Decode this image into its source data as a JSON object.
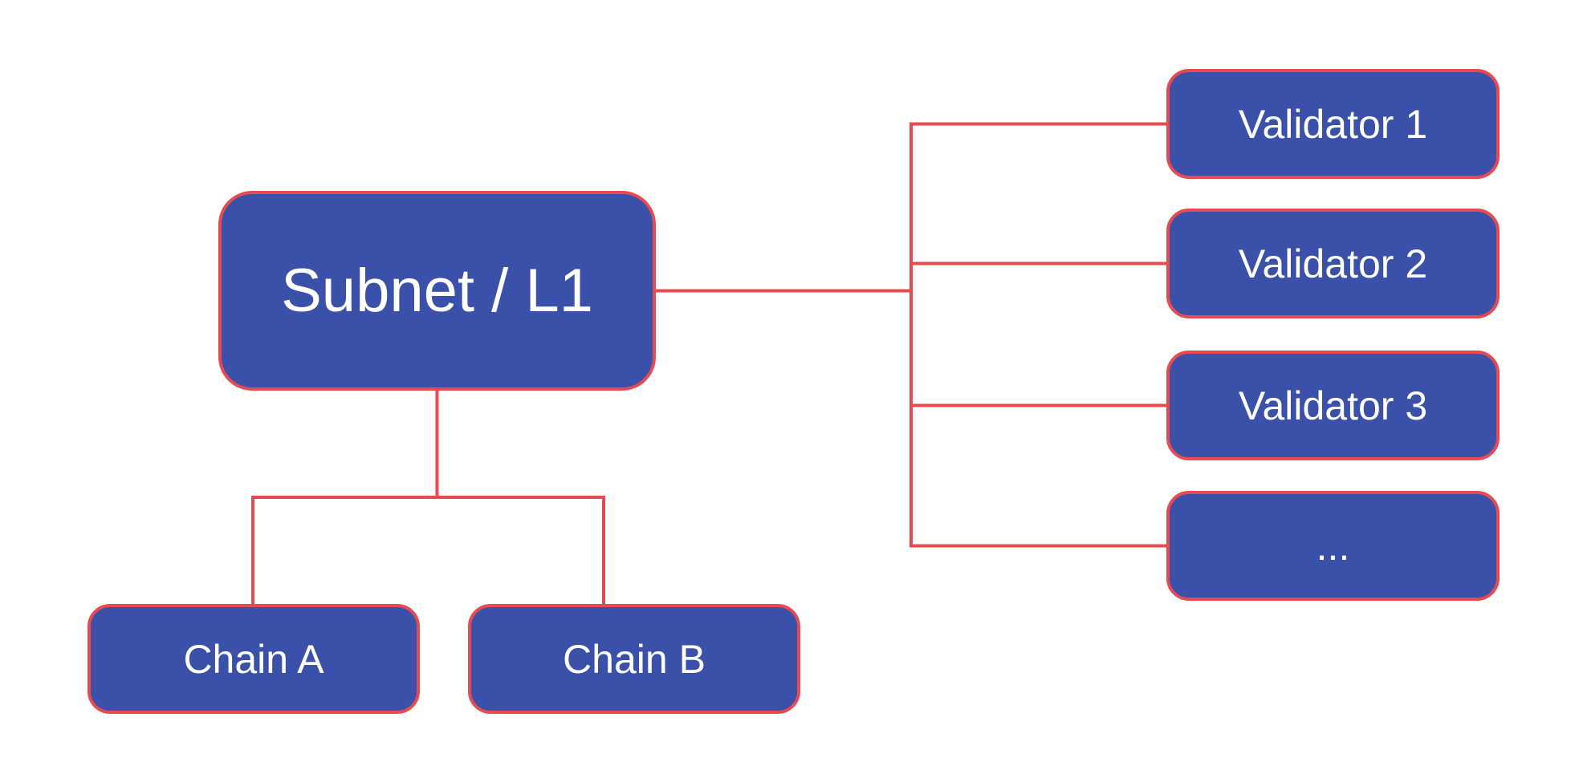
{
  "nodes": {
    "subnet": {
      "label": "Subnet / L1"
    },
    "validators": [
      {
        "label": "Validator 1"
      },
      {
        "label": "Validator 2"
      },
      {
        "label": "Validator 3"
      },
      {
        "label": "..."
      }
    ],
    "chains": [
      {
        "label": "Chain A"
      },
      {
        "label": "Chain B"
      }
    ]
  },
  "colors": {
    "node_fill": "#3B51A9",
    "node_border": "#E84A52",
    "connector": "#E84A52",
    "node_text": "#FFFFFF",
    "background": "#FFFFFF"
  }
}
